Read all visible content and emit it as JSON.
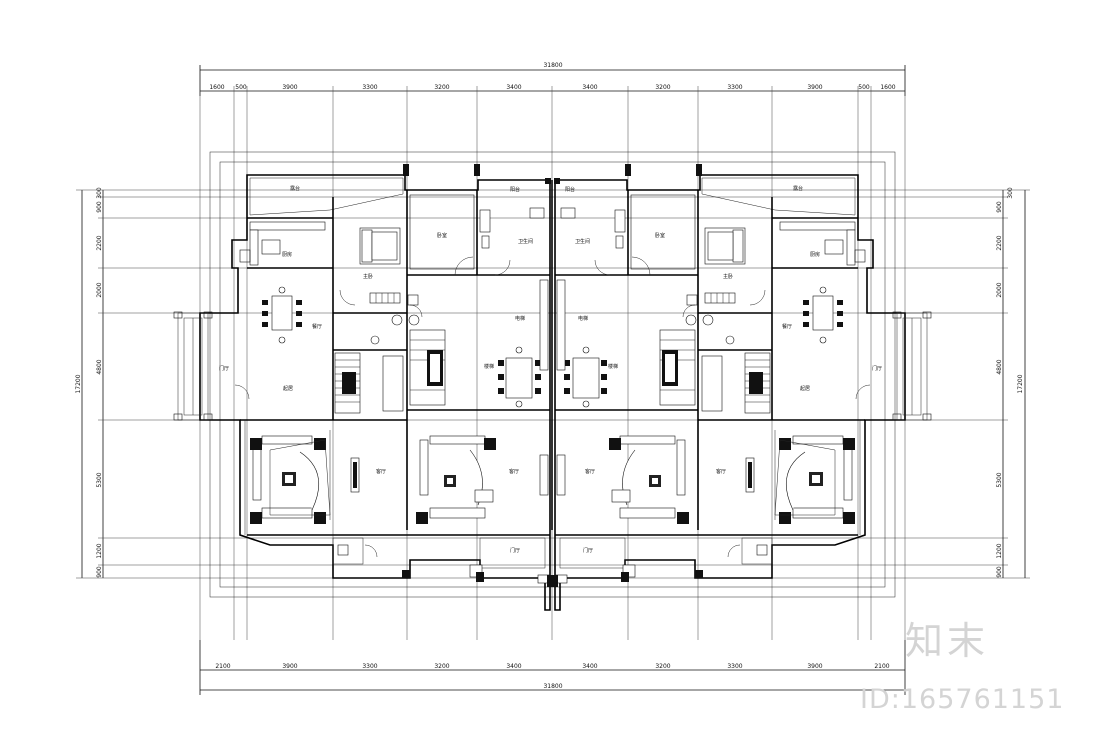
{
  "drawing": {
    "overall_width": "31800",
    "overall_depth": "17200",
    "top_dims": [
      "1600",
      "500",
      "3900",
      "3300",
      "3200",
      "3400",
      "3400",
      "3200",
      "3300",
      "3900",
      "500",
      "1600"
    ],
    "bottom_dims": [
      "2100",
      "3900",
      "3300",
      "3200",
      "3400",
      "3400",
      "3200",
      "3300",
      "3900",
      "2100"
    ],
    "side_dims": [
      "300",
      "900",
      "2200",
      "2000",
      "4800",
      "5300",
      "1200",
      "900"
    ],
    "rooms": {
      "bedroom_small": "卧室",
      "kitchen": "厨房",
      "master_bed": "主卧",
      "dining": "餐厅",
      "living": "客厅",
      "entry": "门厅",
      "lounge": "起居",
      "bath": "卫生间",
      "elevator": "电梯",
      "stair": "楼梯",
      "balcony": "阳台",
      "terrace": "露台"
    }
  },
  "watermark": {
    "brand": "知末",
    "id_text": "ID:165761151"
  }
}
